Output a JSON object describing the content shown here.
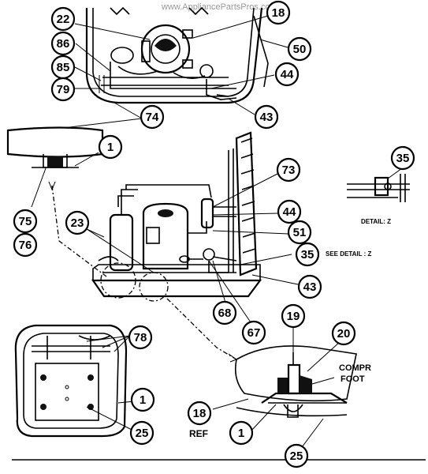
{
  "watermark": "www.AppliancePartsPros.com",
  "callouts": {
    "c22": "22",
    "c18": "18",
    "c50": "50",
    "c86": "86",
    "c85": "85",
    "c79": "79",
    "c44a": "44",
    "c74": "74",
    "c43a": "43",
    "c1a": "1",
    "c75": "75",
    "c76": "76",
    "c73": "73",
    "c35a": "35",
    "c23": "23",
    "c44b": "44",
    "c51": "51",
    "c35b": "35",
    "c43b": "43",
    "c68": "68",
    "c67": "67",
    "c78": "78",
    "c1b": "1",
    "c25a": "25",
    "c19": "19",
    "c20": "20",
    "c18b": "18",
    "c1c": "1",
    "c25b": "25"
  },
  "labels": {
    "detail_z": "DETAIL: Z",
    "see_detail": "SEE DETAIL : Z",
    "compr_foot_1": "COMPR",
    "compr_foot_2": "FOOT",
    "ref": "REF"
  }
}
